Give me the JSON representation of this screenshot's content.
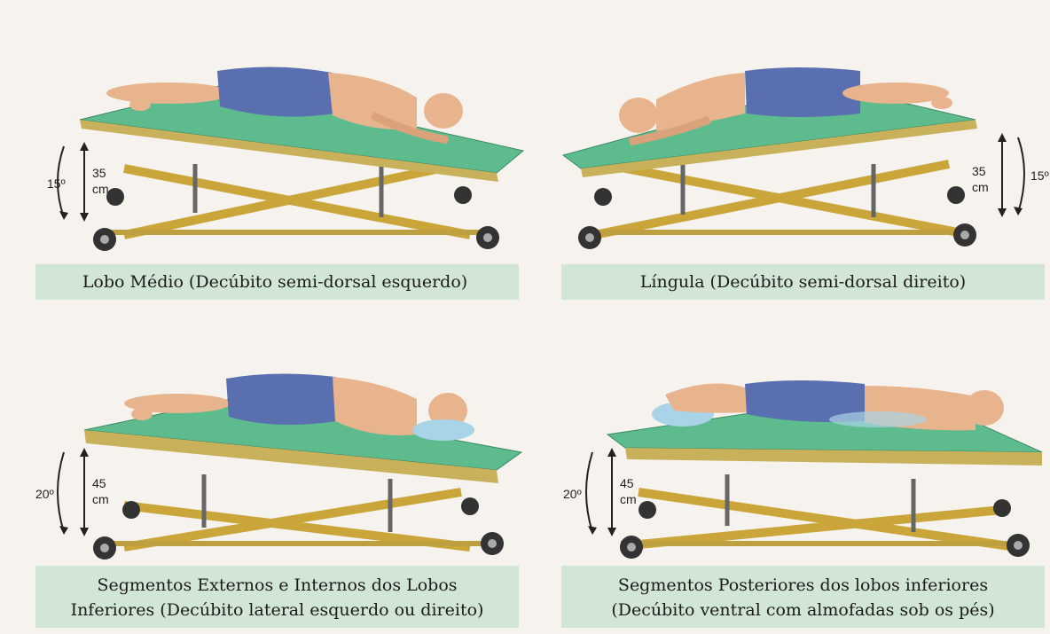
{
  "panels": [
    {
      "caption": "Lobo Médio (Decúbito semi-dorsal esquerdo)",
      "angle": "15º",
      "height_value": "35",
      "height_unit": "cm"
    },
    {
      "caption": "Língula (Decúbito semi-dorsal direito)",
      "angle": "15º",
      "height_value": "35",
      "height_unit": "cm"
    },
    {
      "caption_line1": "Segmentos Externos e Internos dos Lobos",
      "caption_line2": "Inferiores (Decúbito lateral esquerdo ou direito)",
      "angle": "20º",
      "height_value": "45",
      "height_unit": "cm"
    },
    {
      "caption_line1": "Segmentos Posteriores dos lobos inferiores",
      "caption_line2": "(Decúbito ventral com almofadas sob os pés)",
      "angle": "20º",
      "height_value": "45",
      "height_unit": "cm"
    }
  ],
  "colors": {
    "table_top": "#5dbb8e",
    "frame": "#e6c24a",
    "legs": "#8a8a8a",
    "caption_band": "#d2e6d5",
    "shorts": "#5a6fb0",
    "skin": "#e8b48d"
  }
}
